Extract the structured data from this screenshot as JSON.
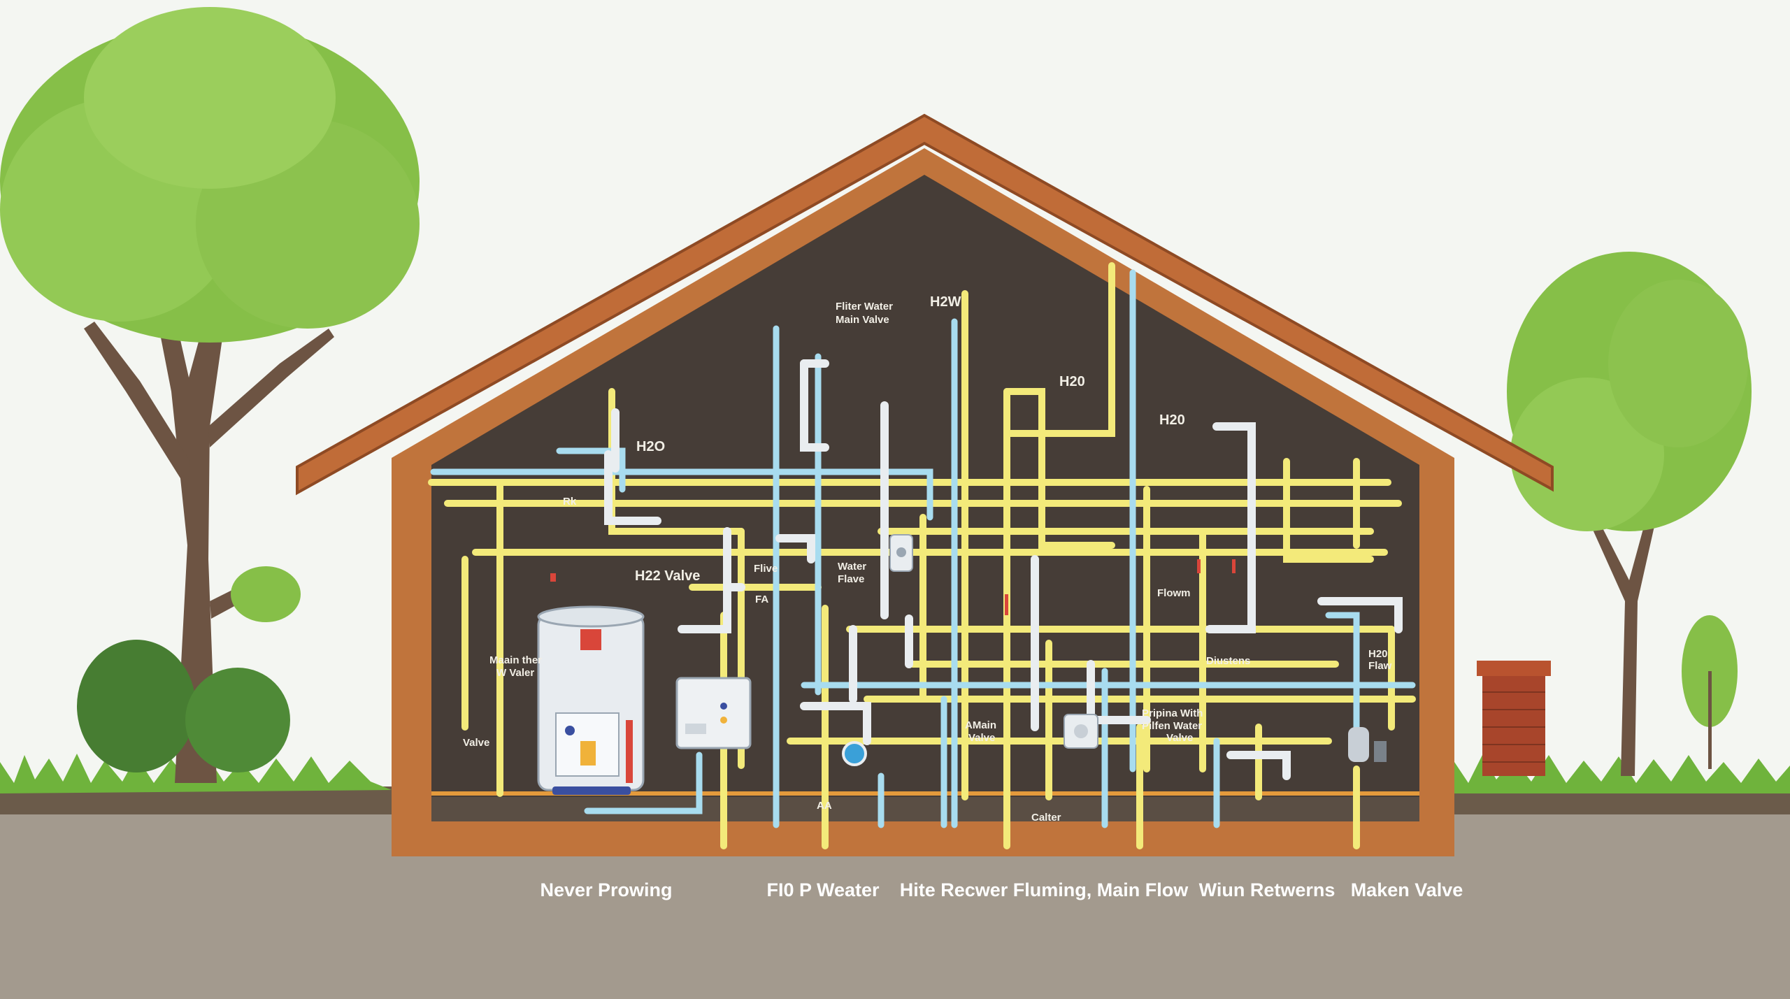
{
  "diagram": {
    "inner_labels": {
      "filter_water_main_valve_line1": "Fliter Water",
      "filter_water_main_valve_line2": "Main Valve",
      "h2w": "H2W",
      "h2o_left": "H2O",
      "h2o_center": "H20",
      "h2o_right": "H20",
      "h22_valve": "H22 Valve",
      "flive": "Flive",
      "fa": "FA",
      "water_flave_line1": "Water",
      "water_flave_line2": "Flave",
      "main_valer_line1": "Maain ther",
      "main_valer_line2": "W Valer",
      "valve_left": "Valve",
      "flowm": "Flowm",
      "diustens": "Diustens",
      "h20_flaw_line1": "H20",
      "h20_flaw_line2": "Flaw",
      "amain_valve_line1": "AMain",
      "amain_valve_line2": "Valve",
      "pripina_line1": "Pripina With",
      "pripina_line2": "Pilfen Water",
      "pripina_line3": "Valve",
      "calter": "Calter",
      "aa": "AA",
      "rk": "Rk"
    },
    "bottom_labels": [
      "Never Prowing",
      "FI0 P Weater",
      "Hite Recwer Fluming, Main Flow",
      "Wiun Retwerns",
      "Maken Valve"
    ],
    "colors": {
      "sky": "#f4f6f2",
      "ground": "#a39a8e",
      "roof": "#c06c38",
      "wall": "#c0743c",
      "interior": "#463d37",
      "pipe_yellow": "#f3ea7a",
      "pipe_blue": "#a8dcef",
      "pipe_white": "#e9edf0",
      "foliage": "#86bf48",
      "grass": "#6fb33c",
      "brick": "#a8452b"
    }
  }
}
